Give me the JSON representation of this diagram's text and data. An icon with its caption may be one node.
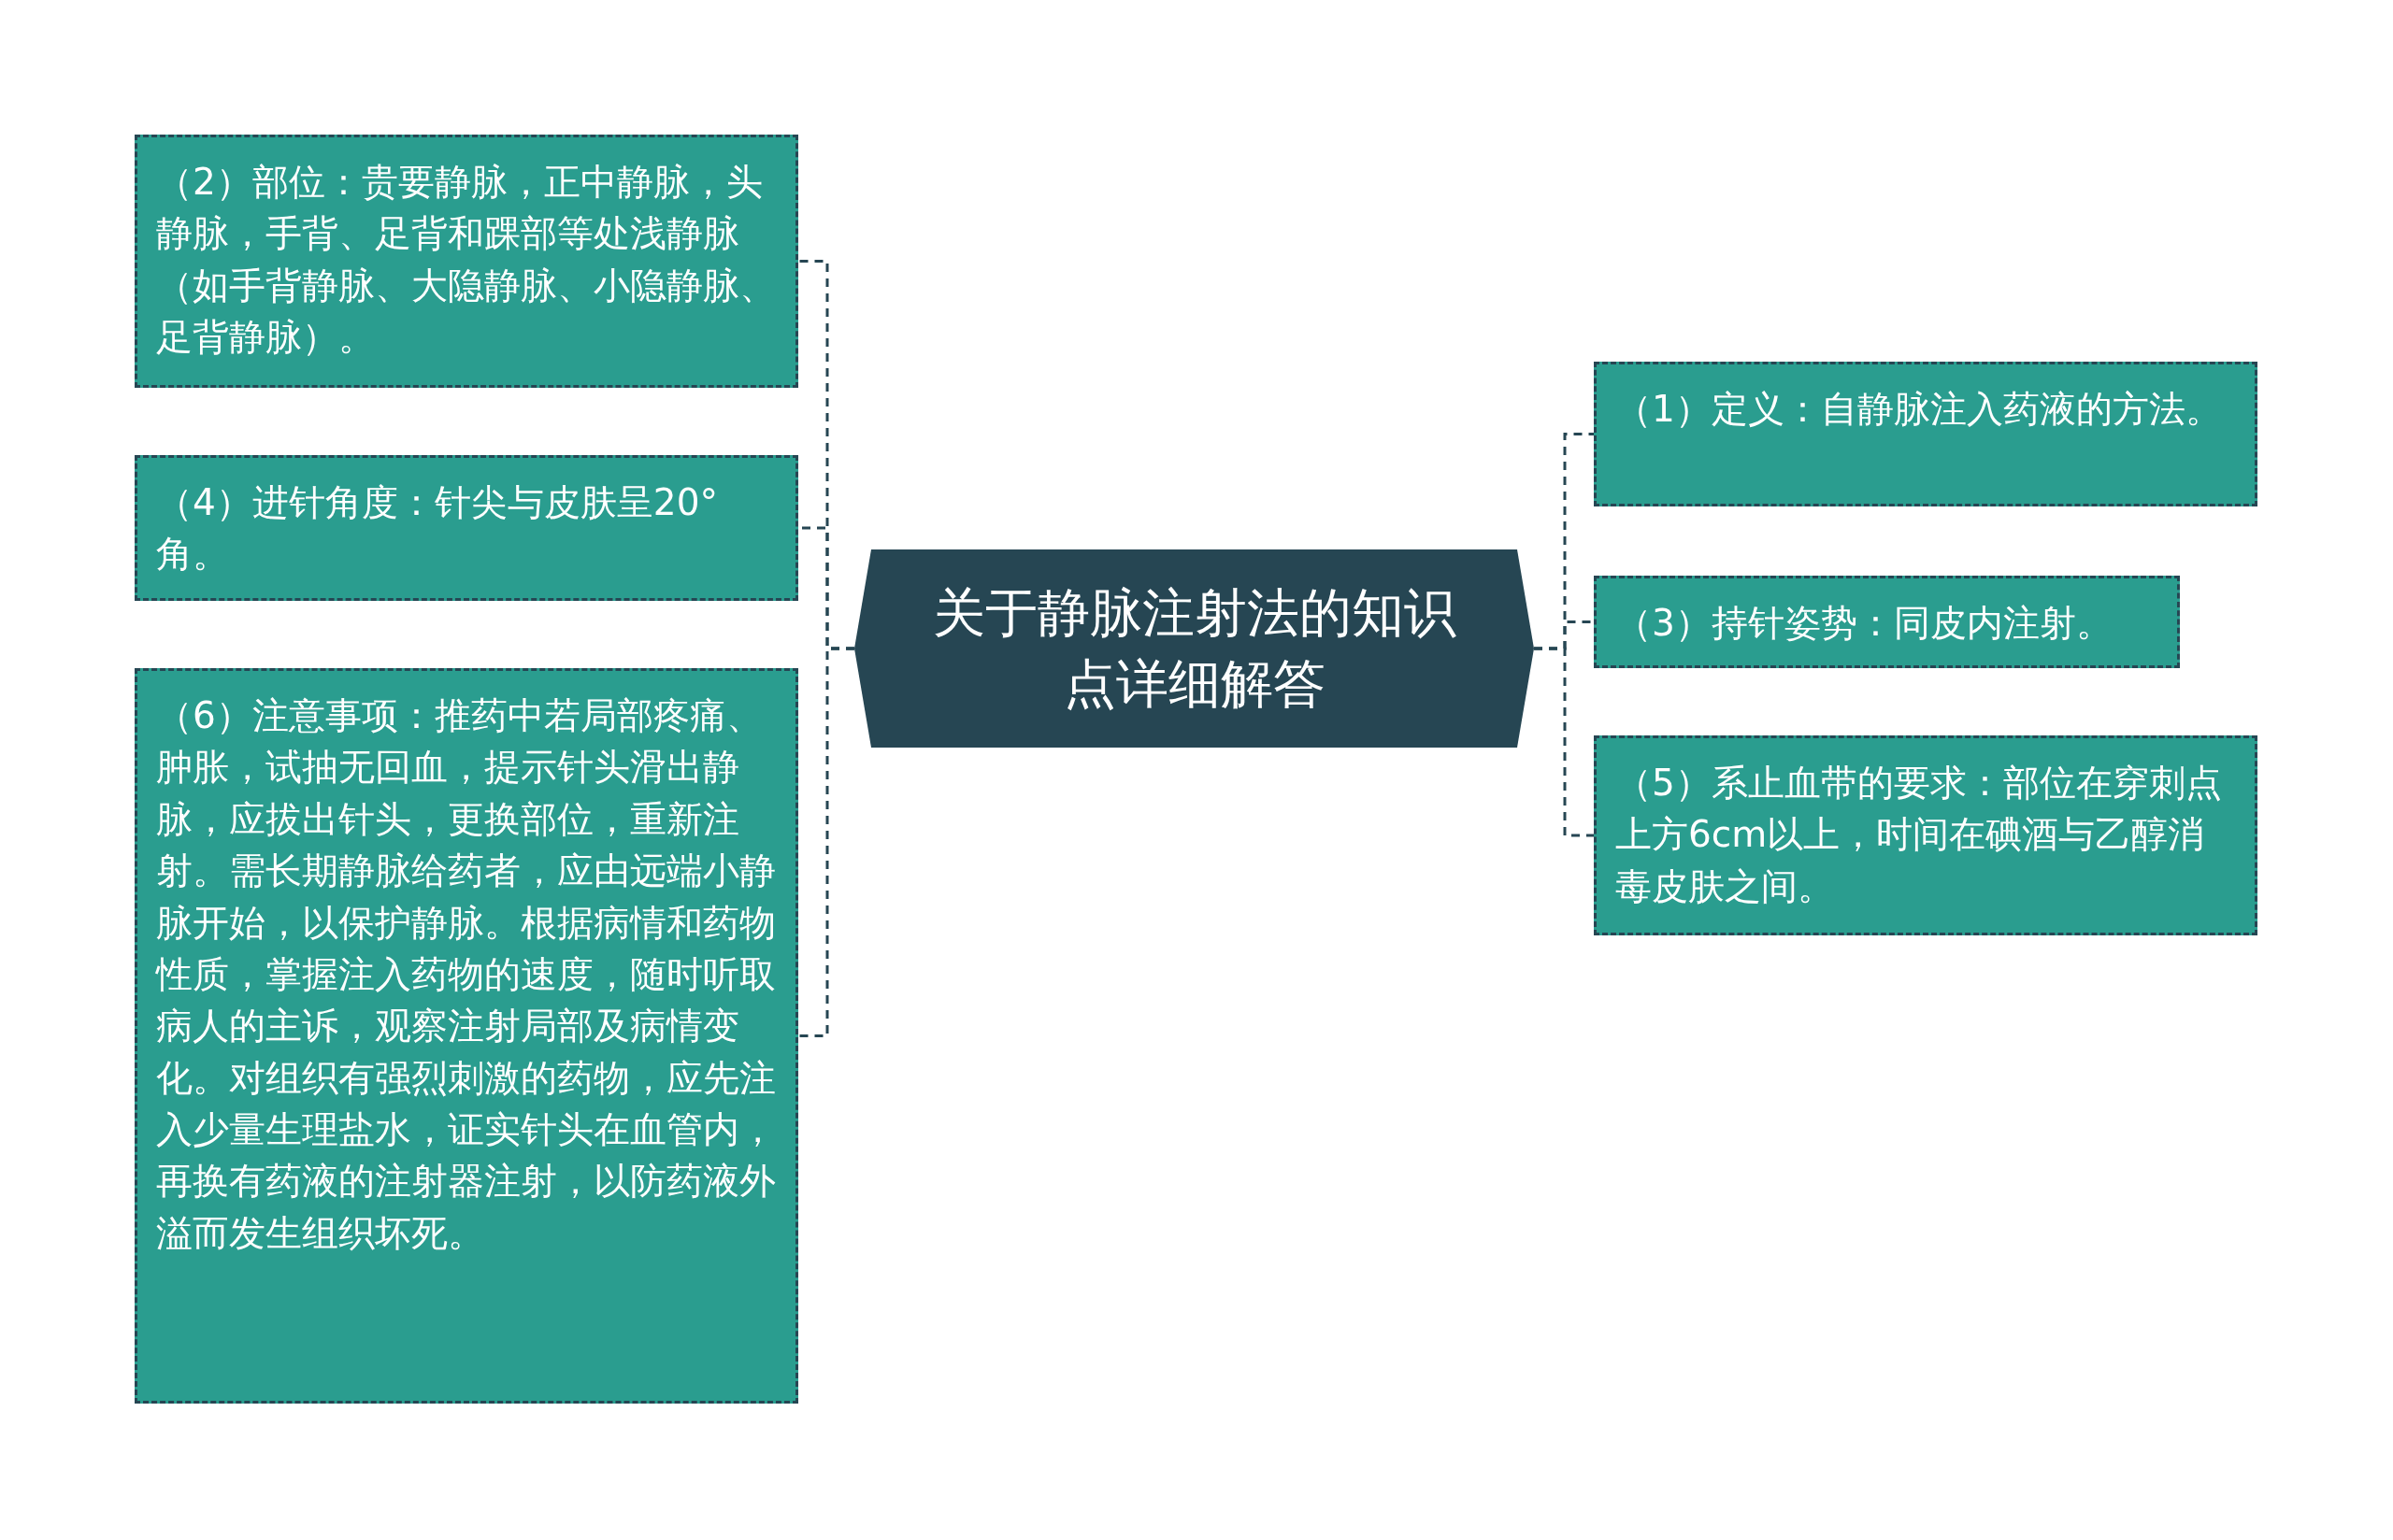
{
  "diagram": {
    "nodes": [
      {
        "text": [
          "关于静脉注射法的知识点详细解答"
        ]
      },
      {
        "text": [
          "（2）部位：贵要静脉，正中静脉，头静脉，手背、足背和踝部等处浅静脉（如手背静脉、大隐静脉、小隐静脉、足背静脉）。"
        ]
      },
      {
        "text": [
          "（4）进针角度：针尖与皮肤呈20°角。"
        ]
      },
      {
        "text": [
          "（6）注意事项：推药中若局部疼痛、肿胀，试抽无回血，提示针头滑出静脉，应拔出针头，更换部位，重新注射。需长期静脉给药者，应由远端小静脉开始，以保护静脉。根据病情和药物性质，掌握注入药物的速度，随时听取病人的主诉，观察注射局部及病情变化。对组织有强烈刺激的药物，应先注入少量生理盐水，证实针头在血管内，再换有药液的注射器注射，以防药液外溢而发生组织坏死。"
        ]
      },
      {
        "text": [
          "（1）定义：自静脉注入药液的方法。"
        ]
      },
      {
        "text": [
          "（3）持针姿势：同皮内注射。"
        ]
      },
      {
        "text": [
          "（5）系止血带的要求：部位在穿刺点上方6cm以上，时间在碘酒与乙醇消毒皮肤之间。"
        ]
      }
    ],
    "edges": [
      {
        "from": 0,
        "to": 1,
        "arrow": "none",
        "style": "dashed"
      },
      {
        "from": 0,
        "to": 2,
        "arrow": "none",
        "style": "dashed"
      },
      {
        "from": 0,
        "to": 3,
        "arrow": "none",
        "style": "dashed"
      },
      {
        "from": 0,
        "to": 4,
        "arrow": "none",
        "style": "dashed"
      },
      {
        "from": 0,
        "to": 5,
        "arrow": "none",
        "style": "dashed"
      },
      {
        "from": 0,
        "to": 6,
        "arrow": "none",
        "style": "dashed"
      }
    ]
  }
}
